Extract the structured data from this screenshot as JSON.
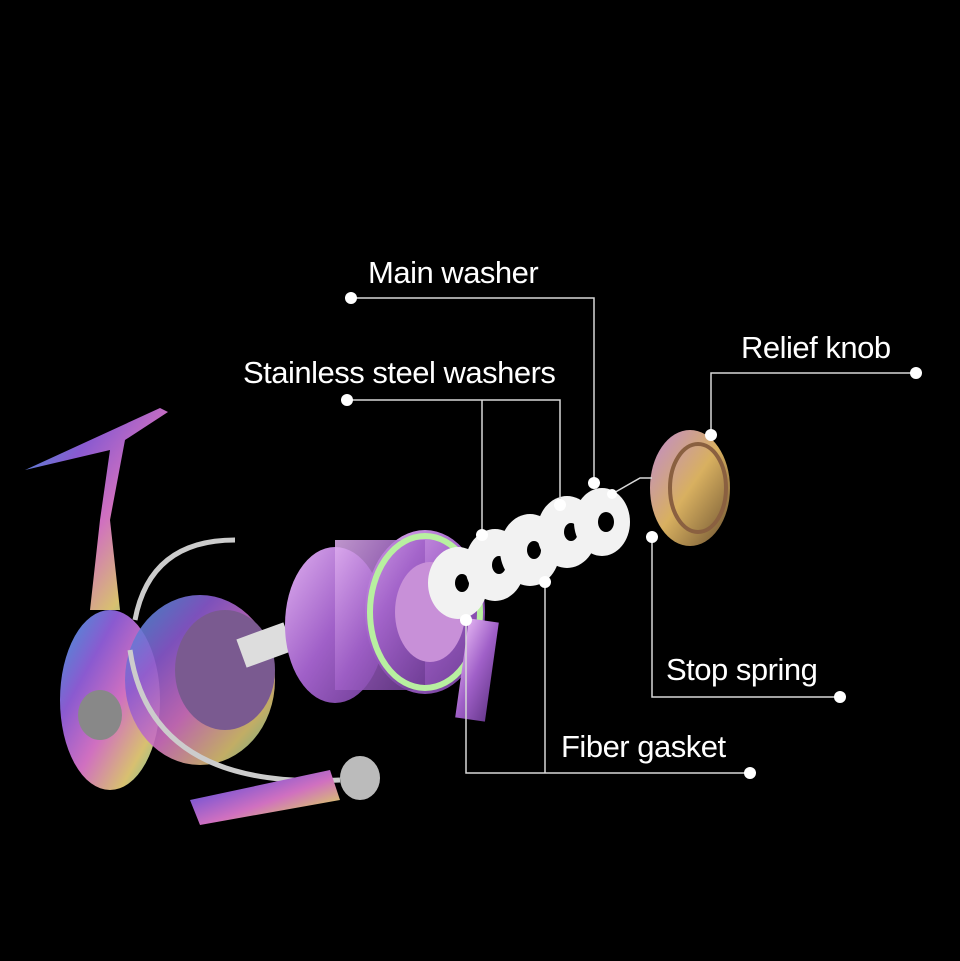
{
  "labels": {
    "main_washer": "Main washer",
    "stainless_steel_washers": "Stainless steel washers",
    "relief_knob": "Relief knob",
    "stop_spring": "Stop spring",
    "fiber_gasket": "Fiber gasket"
  },
  "colors": {
    "background": "#000000",
    "leader_line": "#d8d8d8",
    "washer": "#f2f2f2",
    "spool_purple": "#b07ad0",
    "accent_green": "#b8f0a0"
  }
}
